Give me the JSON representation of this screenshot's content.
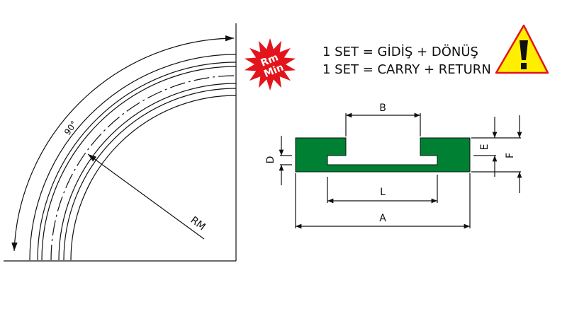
{
  "bend_diagram": {
    "angle_label": "90°",
    "radius_label": "RM"
  },
  "badge": {
    "line1": "Rm",
    "line2": "Min",
    "color": "#e3141b"
  },
  "set_info": {
    "line_tr": "1 SET = GİDİŞ + DÖNÜŞ",
    "line_en": "1 SET = CARRY + RETURN"
  },
  "warning": {
    "fill": "#ffee00",
    "border": "#e3141b"
  },
  "profile": {
    "color": "#008033",
    "labels": {
      "A": "A",
      "B": "B",
      "D": "D",
      "E": "E",
      "F": "F",
      "L": "L"
    }
  }
}
